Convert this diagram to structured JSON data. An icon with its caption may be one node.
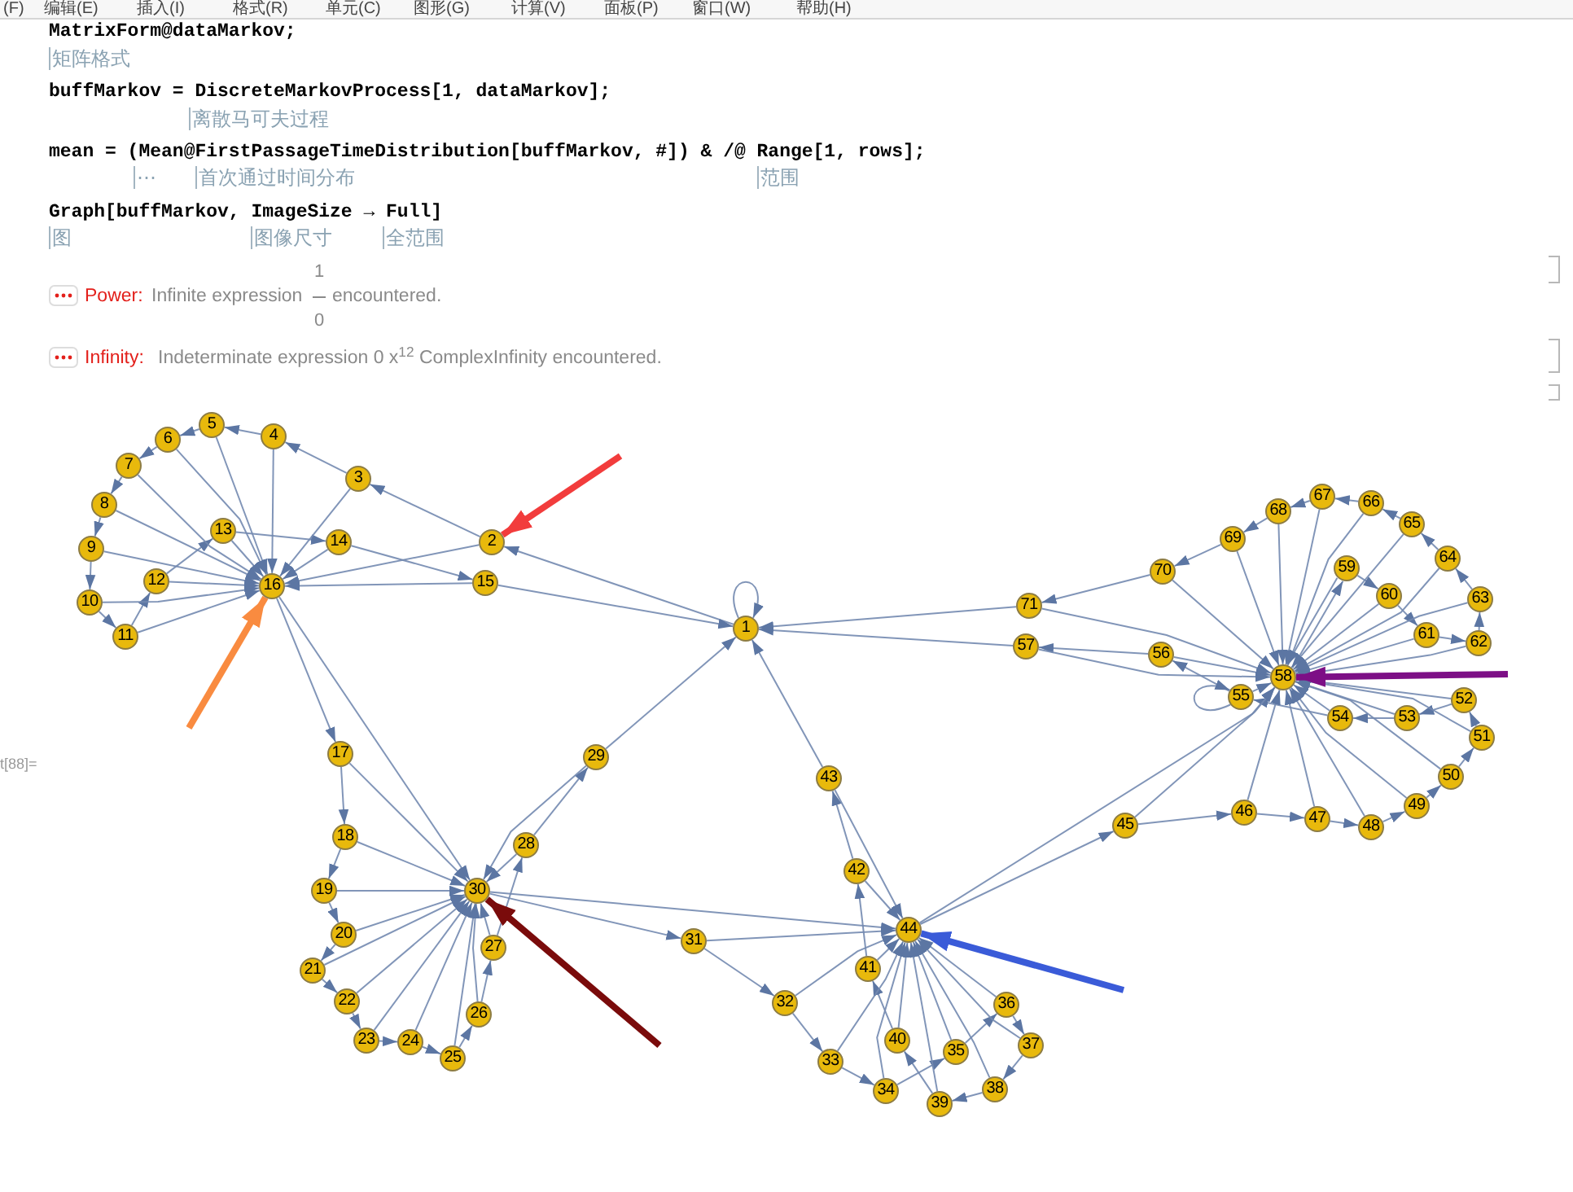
{
  "diagram": {
    "nodes": [
      {
        "text": [
          "1"
        ]
      },
      {
        "text": [
          "2"
        ]
      },
      {
        "text": [
          "3"
        ]
      },
      {
        "text": [
          "4"
        ]
      },
      {
        "text": [
          "5"
        ]
      },
      {
        "text": [
          "6"
        ]
      },
      {
        "text": [
          "7"
        ]
      },
      {
        "text": [
          "8"
        ]
      },
      {
        "text": [
          "9"
        ]
      },
      {
        "text": [
          "10"
        ]
      },
      {
        "text": [
          "11"
        ]
      },
      {
        "text": [
          "12"
        ]
      },
      {
        "text": [
          "13"
        ]
      },
      {
        "text": [
          "14"
        ]
      },
      {
        "text": [
          "15"
        ]
      },
      {
        "text": [
          "16"
        ]
      },
      {
        "text": [
          "17"
        ]
      },
      {
        "text": [
          "18"
        ]
      },
      {
        "text": [
          "19"
        ]
      },
      {
        "text": [
          "20"
        ]
      },
      {
        "text": [
          "21"
        ]
      },
      {
        "text": [
          "22"
        ]
      },
      {
        "text": [
          "23"
        ]
      },
      {
        "text": [
          "24"
        ]
      },
      {
        "text": [
          "25"
        ]
      },
      {
        "text": [
          "26"
        ]
      },
      {
        "text": [
          "27"
        ]
      },
      {
        "text": [
          "28"
        ]
      },
      {
        "text": [
          "29"
        ]
      },
      {
        "text": [
          "30"
        ]
      },
      {
        "text": [
          "31"
        ]
      },
      {
        "text": [
          "32"
        ]
      },
      {
        "text": [
          "33"
        ]
      },
      {
        "text": [
          "34"
        ]
      },
      {
        "text": [
          "35"
        ]
      },
      {
        "text": [
          "36"
        ]
      },
      {
        "text": [
          "37"
        ]
      },
      {
        "text": [
          "38"
        ]
      },
      {
        "text": [
          "39"
        ]
      },
      {
        "text": [
          "40"
        ]
      },
      {
        "text": [
          "41"
        ]
      },
      {
        "text": [
          "42"
        ]
      },
      {
        "text": [
          "43"
        ]
      },
      {
        "text": [
          "44"
        ]
      },
      {
        "text": [
          "45"
        ]
      },
      {
        "text": [
          "46"
        ]
      },
      {
        "text": [
          "47"
        ]
      },
      {
        "text": [
          "48"
        ]
      },
      {
        "text": [
          "49"
        ]
      },
      {
        "text": [
          "50"
        ]
      },
      {
        "text": [
          "51"
        ]
      },
      {
        "text": [
          "52"
        ]
      },
      {
        "text": [
          "53"
        ]
      },
      {
        "text": [
          "54"
        ]
      },
      {
        "text": [
          "55"
        ]
      },
      {
        "text": [
          "56"
        ]
      },
      {
        "text": [
          "57"
        ]
      },
      {
        "text": [
          "58"
        ]
      },
      {
        "text": [
          "59"
        ]
      },
      {
        "text": [
          "60"
        ]
      },
      {
        "text": [
          "61"
        ]
      },
      {
        "text": [
          "62"
        ]
      },
      {
        "text": [
          "63"
        ]
      },
      {
        "text": [
          "64"
        ]
      },
      {
        "text": [
          "65"
        ]
      },
      {
        "text": [
          "66"
        ]
      },
      {
        "text": [
          "67"
        ]
      },
      {
        "text": [
          "68"
        ]
      },
      {
        "text": [
          "69"
        ]
      },
      {
        "text": [
          "70"
        ]
      },
      {
        "text": [
          "71"
        ]
      }
    ],
    "edges": [
      {
        "from": 0,
        "to": 1,
        "arrow": "to"
      },
      {
        "from": 1,
        "to": 2,
        "arrow": "to"
      },
      {
        "from": 2,
        "to": 3,
        "arrow": "to"
      },
      {
        "from": 3,
        "to": 4,
        "arrow": "to"
      },
      {
        "from": 4,
        "to": 5,
        "arrow": "to"
      },
      {
        "from": 5,
        "to": 6,
        "arrow": "to"
      },
      {
        "from": 6,
        "to": 7,
        "arrow": "to"
      },
      {
        "from": 7,
        "to": 8,
        "arrow": "to"
      },
      {
        "from": 8,
        "to": 9,
        "arrow": "to"
      },
      {
        "from": 9,
        "to": 10,
        "arrow": "to"
      },
      {
        "from": 10,
        "to": 11,
        "arrow": "to"
      },
      {
        "from": 11,
        "to": 12,
        "arrow": "to"
      },
      {
        "from": 12,
        "to": 13,
        "arrow": "to"
      },
      {
        "from": 13,
        "to": 14,
        "arrow": "to"
      },
      {
        "from": 14,
        "to": 0,
        "arrow": "to"
      },
      {
        "from": 1,
        "to": 15,
        "arrow": "to"
      },
      {
        "from": 2,
        "to": 15,
        "arrow": "to"
      },
      {
        "from": 3,
        "to": 15,
        "arrow": "to"
      },
      {
        "from": 4,
        "to": 15,
        "arrow": "to"
      },
      {
        "from": 5,
        "to": 15,
        "arrow": "to"
      },
      {
        "from": 6,
        "to": 15,
        "arrow": "to"
      },
      {
        "from": 7,
        "to": 15,
        "arrow": "to"
      },
      {
        "from": 8,
        "to": 15,
        "arrow": "to"
      },
      {
        "from": 9,
        "to": 15,
        "arrow": "to"
      },
      {
        "from": 10,
        "to": 15,
        "arrow": "to"
      },
      {
        "from": 11,
        "to": 15,
        "arrow": "to"
      },
      {
        "from": 12,
        "to": 15,
        "arrow": "to"
      },
      {
        "from": 13,
        "to": 15,
        "arrow": "to"
      },
      {
        "from": 14,
        "to": 15,
        "arrow": "to"
      },
      {
        "from": 15,
        "to": 16,
        "arrow": "to"
      },
      {
        "from": 15,
        "to": 29,
        "arrow": "to"
      },
      {
        "from": 16,
        "to": 17,
        "arrow": "to"
      },
      {
        "from": 17,
        "to": 18,
        "arrow": "to"
      },
      {
        "from": 18,
        "to": 19,
        "arrow": "to"
      },
      {
        "from": 19,
        "to": 20,
        "arrow": "to"
      },
      {
        "from": 20,
        "to": 21,
        "arrow": "to"
      },
      {
        "from": 21,
        "to": 22,
        "arrow": "to"
      },
      {
        "from": 22,
        "to": 23,
        "arrow": "to"
      },
      {
        "from": 23,
        "to": 24,
        "arrow": "to"
      },
      {
        "from": 24,
        "to": 25,
        "arrow": "to"
      },
      {
        "from": 25,
        "to": 26,
        "arrow": "to"
      },
      {
        "from": 26,
        "to": 27,
        "arrow": "to"
      },
      {
        "from": 27,
        "to": 28,
        "arrow": "to"
      },
      {
        "from": 28,
        "to": 0,
        "arrow": "to"
      },
      {
        "from": 16,
        "to": 29,
        "arrow": "to"
      },
      {
        "from": 17,
        "to": 29,
        "arrow": "to"
      },
      {
        "from": 18,
        "to": 29,
        "arrow": "to"
      },
      {
        "from": 19,
        "to": 29,
        "arrow": "to"
      },
      {
        "from": 20,
        "to": 29,
        "arrow": "to"
      },
      {
        "from": 21,
        "to": 29,
        "arrow": "to"
      },
      {
        "from": 22,
        "to": 29,
        "arrow": "to"
      },
      {
        "from": 23,
        "to": 29,
        "arrow": "to"
      },
      {
        "from": 24,
        "to": 29,
        "arrow": "to"
      },
      {
        "from": 25,
        "to": 29,
        "arrow": "to"
      },
      {
        "from": 26,
        "to": 29,
        "arrow": "to"
      },
      {
        "from": 27,
        "to": 29,
        "arrow": "to"
      },
      {
        "from": 28,
        "to": 29,
        "arrow": "to"
      },
      {
        "from": 29,
        "to": 30,
        "arrow": "to"
      },
      {
        "from": 29,
        "to": 43,
        "arrow": "to"
      },
      {
        "from": 30,
        "to": 31,
        "arrow": "to"
      },
      {
        "from": 31,
        "to": 32,
        "arrow": "to"
      },
      {
        "from": 32,
        "to": 33,
        "arrow": "to"
      },
      {
        "from": 33,
        "to": 34,
        "arrow": "to"
      },
      {
        "from": 34,
        "to": 35,
        "arrow": "to"
      },
      {
        "from": 35,
        "to": 36,
        "arrow": "to"
      },
      {
        "from": 36,
        "to": 37,
        "arrow": "to"
      },
      {
        "from": 37,
        "to": 38,
        "arrow": "to"
      },
      {
        "from": 38,
        "to": 39,
        "arrow": "to"
      },
      {
        "from": 39,
        "to": 40,
        "arrow": "to"
      },
      {
        "from": 40,
        "to": 41,
        "arrow": "to"
      },
      {
        "from": 41,
        "to": 42,
        "arrow": "to"
      },
      {
        "from": 42,
        "to": 0,
        "arrow": "to"
      },
      {
        "from": 30,
        "to": 43,
        "arrow": "to"
      },
      {
        "from": 31,
        "to": 43,
        "arrow": "to"
      },
      {
        "from": 32,
        "to": 43,
        "arrow": "to"
      },
      {
        "from": 33,
        "to": 43,
        "arrow": "to"
      },
      {
        "from": 34,
        "to": 43,
        "arrow": "to"
      },
      {
        "from": 35,
        "to": 43,
        "arrow": "to"
      },
      {
        "from": 36,
        "to": 43,
        "arrow": "to"
      },
      {
        "from": 37,
        "to": 43,
        "arrow": "to"
      },
      {
        "from": 38,
        "to": 43,
        "arrow": "to"
      },
      {
        "from": 39,
        "to": 43,
        "arrow": "to"
      },
      {
        "from": 40,
        "to": 43,
        "arrow": "to"
      },
      {
        "from": 41,
        "to": 43,
        "arrow": "to"
      },
      {
        "from": 42,
        "to": 43,
        "arrow": "to"
      },
      {
        "from": 43,
        "to": 44,
        "arrow": "to"
      },
      {
        "from": 43,
        "to": 57,
        "arrow": "to"
      },
      {
        "from": 44,
        "to": 45,
        "arrow": "to"
      },
      {
        "from": 45,
        "to": 46,
        "arrow": "to"
      },
      {
        "from": 46,
        "to": 47,
        "arrow": "to"
      },
      {
        "from": 47,
        "to": 48,
        "arrow": "to"
      },
      {
        "from": 48,
        "to": 49,
        "arrow": "to"
      },
      {
        "from": 49,
        "to": 50,
        "arrow": "to"
      },
      {
        "from": 50,
        "to": 51,
        "arrow": "to"
      },
      {
        "from": 51,
        "to": 52,
        "arrow": "to"
      },
      {
        "from": 52,
        "to": 53,
        "arrow": "to"
      },
      {
        "from": 53,
        "to": 54,
        "arrow": "to"
      },
      {
        "from": 54,
        "to": 55,
        "arrow": "to"
      },
      {
        "from": 55,
        "to": 56,
        "arrow": "to"
      },
      {
        "from": 56,
        "to": 0,
        "arrow": "to"
      },
      {
        "from": 44,
        "to": 57,
        "arrow": "to"
      },
      {
        "from": 45,
        "to": 57,
        "arrow": "to"
      },
      {
        "from": 46,
        "to": 57,
        "arrow": "to"
      },
      {
        "from": 47,
        "to": 57,
        "arrow": "to"
      },
      {
        "from": 48,
        "to": 57,
        "arrow": "to"
      },
      {
        "from": 49,
        "to": 57,
        "arrow": "to"
      },
      {
        "from": 50,
        "to": 57,
        "arrow": "to"
      },
      {
        "from": 51,
        "to": 57,
        "arrow": "to"
      },
      {
        "from": 52,
        "to": 57,
        "arrow": "to"
      },
      {
        "from": 53,
        "to": 57,
        "arrow": "to"
      },
      {
        "from": 54,
        "to": 57,
        "arrow": "to"
      },
      {
        "from": 55,
        "to": 57,
        "arrow": "to"
      },
      {
        "from": 56,
        "to": 57,
        "arrow": "to"
      },
      {
        "from": 57,
        "to": 58,
        "arrow": "to"
      },
      {
        "from": 58,
        "to": 59,
        "arrow": "to"
      },
      {
        "from": 59,
        "to": 60,
        "arrow": "to"
      },
      {
        "from": 60,
        "to": 61,
        "arrow": "to"
      },
      {
        "from": 61,
        "to": 62,
        "arrow": "to"
      },
      {
        "from": 62,
        "to": 63,
        "arrow": "to"
      },
      {
        "from": 63,
        "to": 64,
        "arrow": "to"
      },
      {
        "from": 64,
        "to": 65,
        "arrow": "to"
      },
      {
        "from": 65,
        "to": 66,
        "arrow": "to"
      },
      {
        "from": 66,
        "to": 67,
        "arrow": "to"
      },
      {
        "from": 67,
        "to": 68,
        "arrow": "to"
      },
      {
        "from": 68,
        "to": 69,
        "arrow": "to"
      },
      {
        "from": 69,
        "to": 70,
        "arrow": "to"
      },
      {
        "from": 70,
        "to": 0,
        "arrow": "to"
      },
      {
        "from": 58,
        "to": 57,
        "arrow": "to"
      },
      {
        "from": 59,
        "to": 57,
        "arrow": "to"
      },
      {
        "from": 60,
        "to": 57,
        "arrow": "to"
      },
      {
        "from": 61,
        "to": 57,
        "arrow": "to"
      },
      {
        "from": 62,
        "to": 57,
        "arrow": "to"
      },
      {
        "from": 63,
        "to": 57,
        "arrow": "to"
      },
      {
        "from": 64,
        "to": 57,
        "arrow": "to"
      },
      {
        "from": 65,
        "to": 57,
        "arrow": "to"
      },
      {
        "from": 66,
        "to": 57,
        "arrow": "to"
      },
      {
        "from": 67,
        "to": 57,
        "arrow": "to"
      },
      {
        "from": 68,
        "to": 57,
        "arrow": "to"
      },
      {
        "from": 69,
        "to": 57,
        "arrow": "to"
      },
      {
        "from": 70,
        "to": 57,
        "arrow": "to"
      },
      {
        "from": 0,
        "to": 0,
        "arrow": "to"
      },
      {
        "from": 54,
        "to": 54,
        "arrow": "to"
      },
      {
        "from": null,
        "to": 1,
        "arrow": "to",
        "style": "thick",
        "color": "#f23c3c"
      },
      {
        "from": null,
        "to": 15,
        "arrow": "to",
        "style": "thick",
        "color": "#f98b40"
      },
      {
        "from": null,
        "to": 29,
        "arrow": "to",
        "style": "thick",
        "color": "#7a0b0b"
      },
      {
        "from": null,
        "to": 43,
        "arrow": "to",
        "style": "thick",
        "color": "#3a5bd8"
      },
      {
        "from": null,
        "to": 57,
        "arrow": "to",
        "style": "thick",
        "color": "#7d0f86"
      }
    ],
    "labels": [
      "(F)",
      "编辑(E)",
      "插入(I)",
      "格式(R)",
      "单元(C)",
      "图形(G)",
      "计算(V)",
      "面板(P)",
      "窗口(W)",
      "帮助(H)",
      "MatrixForm@dataMarkov;",
      "矩阵格式",
      "buffMarkov = DiscreteMarkovProcess[1, dataMarkov];",
      "离散马可夫过程",
      "mean = (Mean@FirstPassageTimeDistribution[buffMarkov, #]) & /@ Range[1, rows];",
      "⋯",
      "首次通过时间分布",
      "范围",
      "Graph[buffMarkov, ImageSize → Full]",
      "图",
      "图像尺寸",
      "全范围",
      "Power:",
      "Infinite expression",
      "1",
      "0",
      "encountered.",
      "Infinity:",
      "Indeterminate expression 0 x$^{12}$ ComplexInfinity encountered.",
      "t[88]="
    ]
  }
}
